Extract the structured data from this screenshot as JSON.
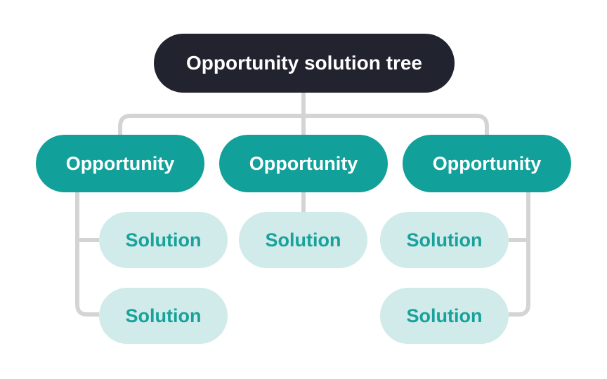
{
  "diagram": {
    "root_label": "Opportunity solution tree",
    "opportunities": [
      {
        "label": "Opportunity",
        "solutions": [
          "Solution",
          "Solution"
        ]
      },
      {
        "label": "Opportunity",
        "solutions": [
          "Solution"
        ]
      },
      {
        "label": "Opportunity",
        "solutions": [
          "Solution",
          "Solution"
        ]
      }
    ],
    "colors": {
      "background": "#FFFFFF",
      "root_bg": "#21232E",
      "root_text": "#FFFFFF",
      "opportunity_bg": "#12A19A",
      "opportunity_text": "#FFFFFF",
      "solution_bg": "#D0EBE9",
      "solution_text": "#18A29B",
      "connector": "#D4D4D4"
    }
  }
}
